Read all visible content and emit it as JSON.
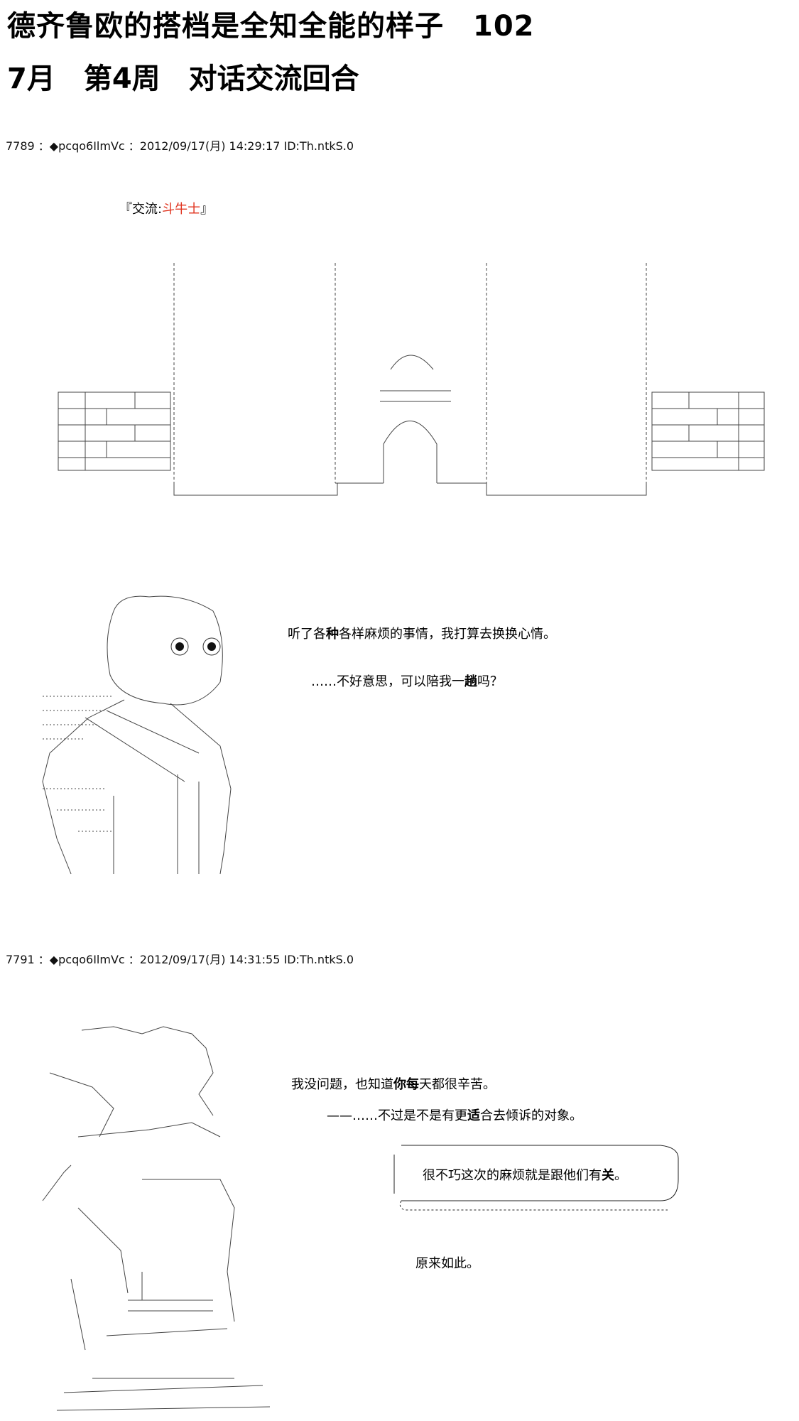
{
  "page": {
    "title": "德齐鲁欧的搭档是全知全能的样子　102",
    "subtitle": "7月　第4周　对话交流回合"
  },
  "posts": [
    {
      "header": "7789 ：◆pcqo6IlmVc ：2012/09/17(月) 14:29:17 ID:Th.ntkS.0",
      "tag_open": "『交流:",
      "tag_name": "斗牛士",
      "tag_close": "』",
      "lines": [
        {
          "a": "听了各",
          "b": "种",
          "c": "各样麻烦的事情，我打算去换换心情。"
        },
        {
          "a": "……不好意思，可以陪我一",
          "b": "趟",
          "c": "吗？"
        }
      ]
    },
    {
      "header": "7791 ：◆pcqo6IlmVc ：2012/09/17(月) 14:31:55 ID:Th.ntkS.0",
      "lines": [
        {
          "a": "我没问题，也知道",
          "b": "你每",
          "c": "天都很辛苦。"
        },
        {
          "a": "——……不过是不是有更",
          "b": "适",
          "c": "合去倾诉的对象。"
        },
        {
          "a": "很不巧这次的麻烦就是跟他们有",
          "b": "关",
          "c": "。"
        },
        {
          "a": "原来如此。",
          "b": "",
          "c": ""
        }
      ]
    }
  ]
}
